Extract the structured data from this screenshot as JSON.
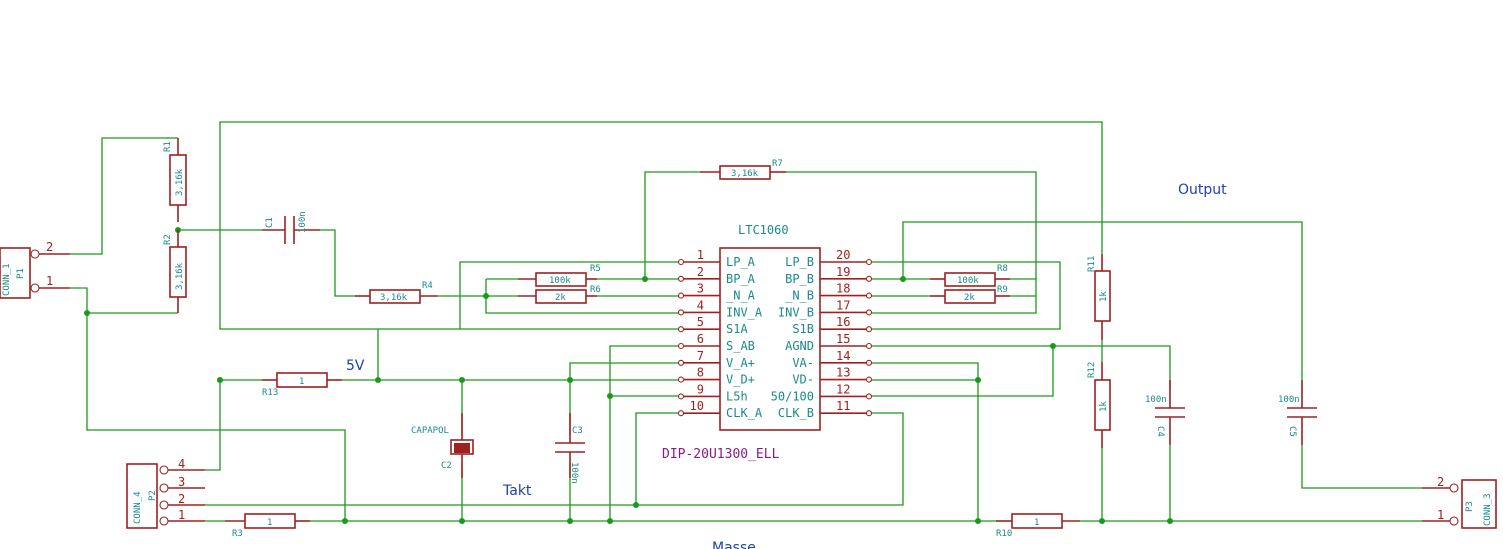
{
  "ic": {
    "ref": "LTC1060",
    "footprint": "DIP-20U1300_ELL",
    "pins_left": [
      {
        "num": "1",
        "name": "LP_A"
      },
      {
        "num": "2",
        "name": "BP_A"
      },
      {
        "num": "3",
        "name": "_N_A"
      },
      {
        "num": "4",
        "name": "INV_A"
      },
      {
        "num": "5",
        "name": "S1A"
      },
      {
        "num": "6",
        "name": "S_AB"
      },
      {
        "num": "7",
        "name": "V_A+"
      },
      {
        "num": "8",
        "name": "V_D+"
      },
      {
        "num": "9",
        "name": "L5h"
      },
      {
        "num": "10",
        "name": "CLK_A"
      }
    ],
    "pins_right": [
      {
        "num": "20",
        "name": "LP_B"
      },
      {
        "num": "19",
        "name": "BP_B"
      },
      {
        "num": "18",
        "name": "_N_B"
      },
      {
        "num": "17",
        "name": "INV_B"
      },
      {
        "num": "16",
        "name": "S1B"
      },
      {
        "num": "15",
        "name": "AGND"
      },
      {
        "num": "14",
        "name": "VA-"
      },
      {
        "num": "13",
        "name": "VD-"
      },
      {
        "num": "12",
        "name": "50/100"
      },
      {
        "num": "11",
        "name": "CLK_B"
      }
    ]
  },
  "resistors": {
    "r1": {
      "ref": "R1",
      "value": "3,16k"
    },
    "r2": {
      "ref": "R2",
      "value": "3,16k"
    },
    "r3": {
      "ref": "R3",
      "value": "1"
    },
    "r4": {
      "ref": "R4",
      "value": "3,16k"
    },
    "r5": {
      "ref": "R5",
      "value": "100k"
    },
    "r6": {
      "ref": "R6",
      "value": "2k"
    },
    "r7": {
      "ref": "R7",
      "value": "3,16k"
    },
    "r8": {
      "ref": "R8",
      "value": "100k"
    },
    "r9": {
      "ref": "R9",
      "value": "2k"
    },
    "r10": {
      "ref": "R10",
      "value": "1"
    },
    "r11": {
      "ref": "R11",
      "value": "1k"
    },
    "r12": {
      "ref": "R12",
      "value": "1k"
    },
    "r13": {
      "ref": "R13",
      "value": "1"
    }
  },
  "capacitors": {
    "c1": {
      "ref": "C1",
      "value": "100n"
    },
    "c2": {
      "ref": "C2",
      "value": "CAPAPOL"
    },
    "c3": {
      "ref": "C3",
      "value": "100n"
    },
    "c4": {
      "ref": "C4",
      "value": "100n"
    },
    "c5": {
      "ref": "C5",
      "value": "100n"
    }
  },
  "connectors": {
    "p1": {
      "ref": "P1",
      "value": "CONN_1",
      "pins": [
        "2",
        "1"
      ]
    },
    "p2": {
      "ref": "P2",
      "value": "CONN_4",
      "pins": [
        "4",
        "3",
        "2",
        "1"
      ]
    },
    "p3": {
      "ref": "P3",
      "value": "CONN_3",
      "pins": [
        "2",
        "1"
      ]
    }
  },
  "nets": {
    "output": "Output",
    "vcc": "5V",
    "takt": "Takt",
    "masse": "Masse"
  },
  "colors": {
    "wire": "#1a9a1a",
    "component": "#a02020",
    "label": "#1a8a8a",
    "net": "#2040b0"
  }
}
